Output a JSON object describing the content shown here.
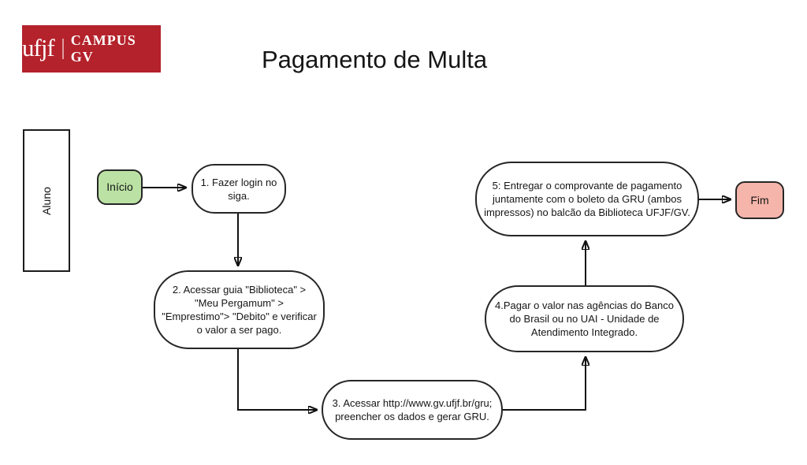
{
  "header": {
    "logo": {
      "brand": "ufjf",
      "campus": "CAMPUS GV"
    },
    "title": "Pagamento de Multa"
  },
  "lane": {
    "label": "Aluno"
  },
  "flowchart": {
    "start": {
      "label": "Início"
    },
    "end": {
      "label": "Fim"
    },
    "steps": [
      {
        "id": "step-1",
        "lines": [
          "1. Fazer login no",
          "siga."
        ]
      },
      {
        "id": "step-2",
        "lines": [
          "2. Acessar guia \"Biblioteca\" >",
          "\"Meu Pergamum\" >",
          "\"Emprestimo\"> \"Debito\" e verificar",
          "o valor a ser pago."
        ]
      },
      {
        "id": "step-3",
        "lines": [
          "3. Acessar http://www.gv.ufjf.br/gru;",
          "preencher os dados e gerar GRU."
        ]
      },
      {
        "id": "step-4",
        "lines": [
          "4.Pagar o valor nas agências do Banco",
          "do Brasil ou no UAI - Unidade de",
          "Atendimento Integrado."
        ]
      },
      {
        "id": "step-5",
        "lines": [
          "5: Entregar o comprovante de pagamento",
          "juntamente com o boleto da GRU (ambos",
          "impressos) no balcão da Biblioteca UFJF/GV."
        ]
      }
    ]
  },
  "colors": {
    "start_fill": "#bbe2a4",
    "end_fill": "#f6b5ab",
    "node_border": "#262626",
    "logo_bg": "#b4222b",
    "connector": "#111111"
  }
}
